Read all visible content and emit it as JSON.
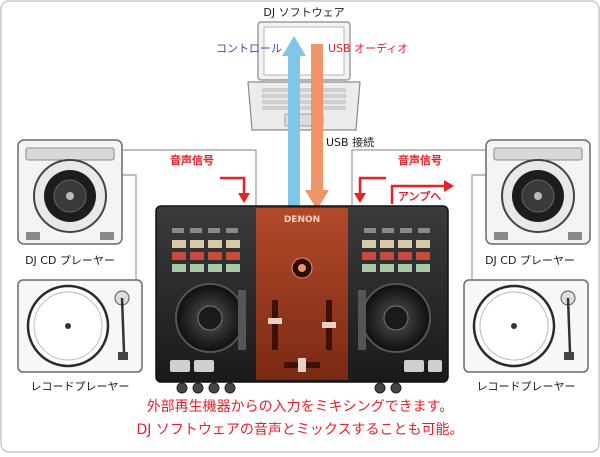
{
  "labels": {
    "software": "DJ ソフトウェア",
    "control": "コントロール",
    "usb_audio": "USB オーディオ",
    "usb_connection": "USB 接続",
    "audio_signal_left": "音声信号",
    "audio_signal_right": "音声信号",
    "amp": "アンプへ",
    "cd_player_left": "DJ CD プレーヤー",
    "cd_player_right": "DJ CD プレーヤー",
    "record_player_left": "レコードプレーヤー",
    "record_player_right": "レコードプレーヤー",
    "caption_line1": "外部再生機器からの入力をミキシングできます。",
    "caption_line2": "DJ ソフトウェアの音声とミックスすることも可能。",
    "brand": "DENON"
  },
  "colors": {
    "caption": "#e8202a",
    "control_text": "#3a4aa8",
    "usb_audio_text": "#e8202a",
    "control_arrow": "#7fc6e8",
    "usb_arrow": "#f0956a",
    "signal_arrow": "#e8202a"
  }
}
